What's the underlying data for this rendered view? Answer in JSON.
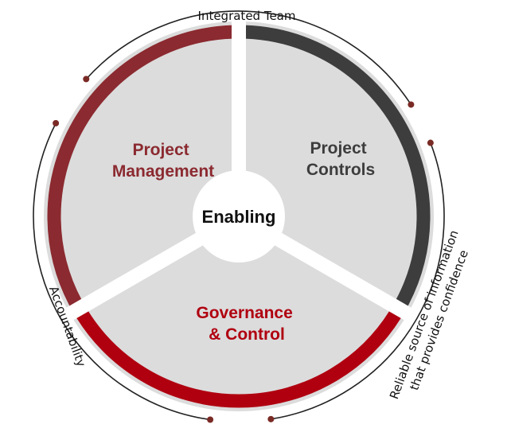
{
  "diagram": {
    "center_label": "Enabling",
    "segments": [
      {
        "id": "project-management",
        "lines": [
          "Project",
          "Management"
        ],
        "color": "#8b2a30"
      },
      {
        "id": "project-controls",
        "lines": [
          "Project",
          "Controls"
        ],
        "color": "#3d3d3d"
      },
      {
        "id": "governance-control",
        "lines": [
          "Governance",
          "& Control"
        ],
        "color": "#b00010"
      }
    ],
    "outer_labels": {
      "top": "Integrated Team",
      "left": "Accountability",
      "right_line1": "Reliable source of information",
      "right_line2": "that provides confidence"
    },
    "colors": {
      "segment_fill": "#dcdcdc",
      "project_management": "#8b2a30",
      "project_controls": "#3d3d3d",
      "governance_control": "#b00010",
      "connector_line": "#222222",
      "connector_dot": "#7a2a25"
    }
  }
}
